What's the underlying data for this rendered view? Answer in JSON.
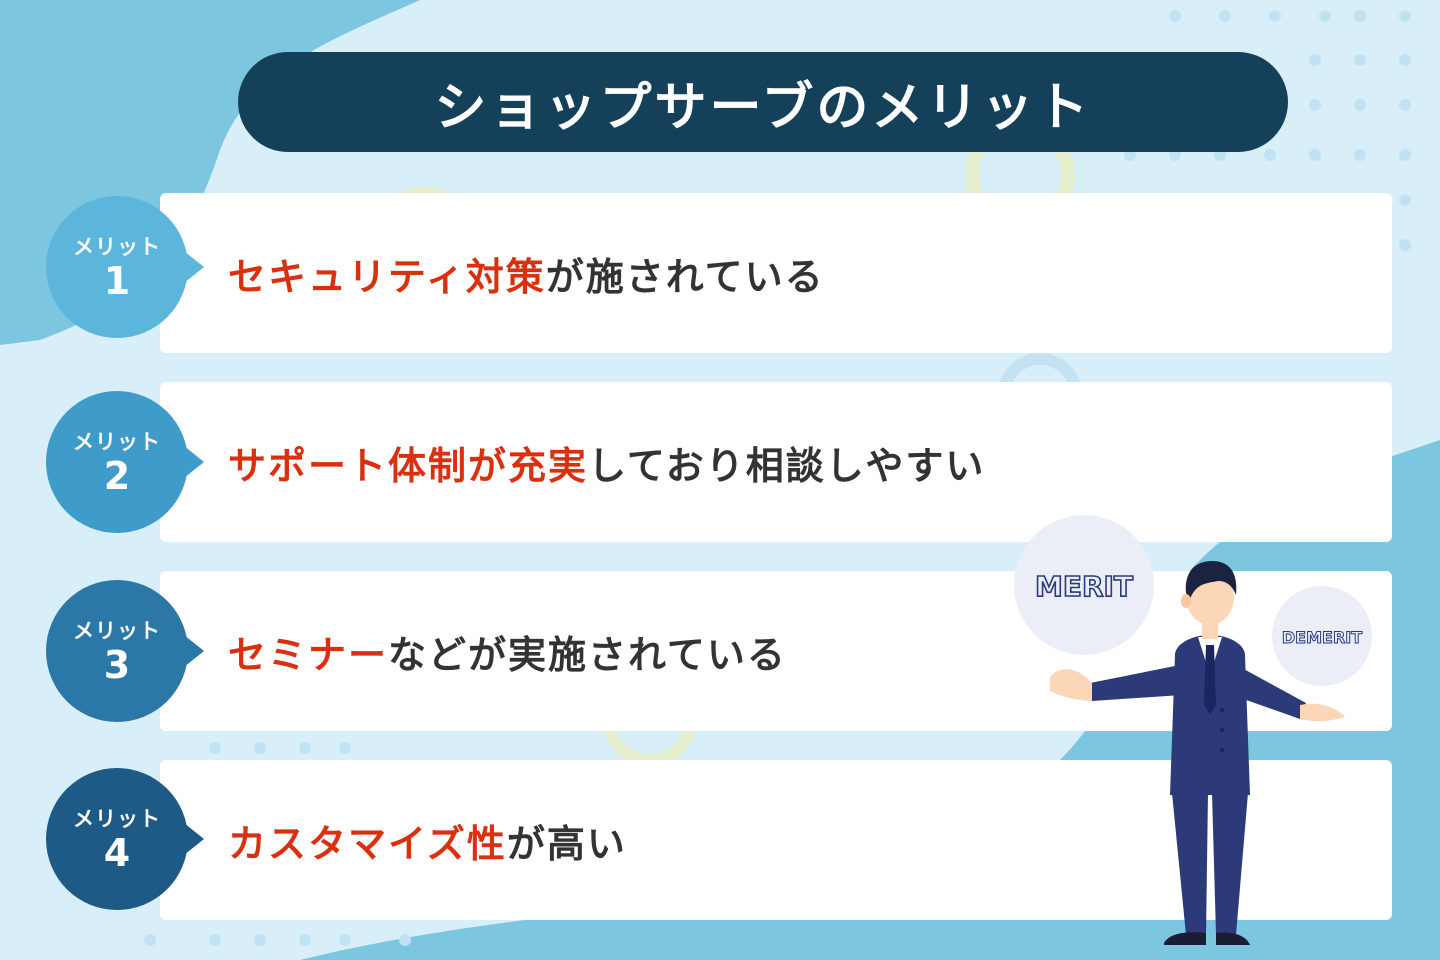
{
  "title": "ショップサーブのメリット",
  "merits": [
    {
      "badge_label": "メリット",
      "badge_number": "1",
      "highlight": "セキュリティ対策",
      "rest": "が施されている"
    },
    {
      "badge_label": "メリット",
      "badge_number": "2",
      "highlight": "サポート体制が充実",
      "rest": "しており相談しやすい"
    },
    {
      "badge_label": "メリット",
      "badge_number": "3",
      "highlight": "セミナー",
      "rest": "などが実施されている"
    },
    {
      "badge_label": "メリット",
      "badge_number": "4",
      "highlight": "カスタマイズ性",
      "rest": "が高い"
    }
  ],
  "illustration": {
    "bubble_left": "MERIT",
    "bubble_right": "DEMERIT"
  },
  "colors": {
    "title_bg": "#14405a",
    "highlight": "#d9300f",
    "badge_1": "#5cb6dc",
    "badge_2": "#3f9bc9",
    "badge_3": "#2b78a8",
    "badge_4": "#1d5b86"
  }
}
